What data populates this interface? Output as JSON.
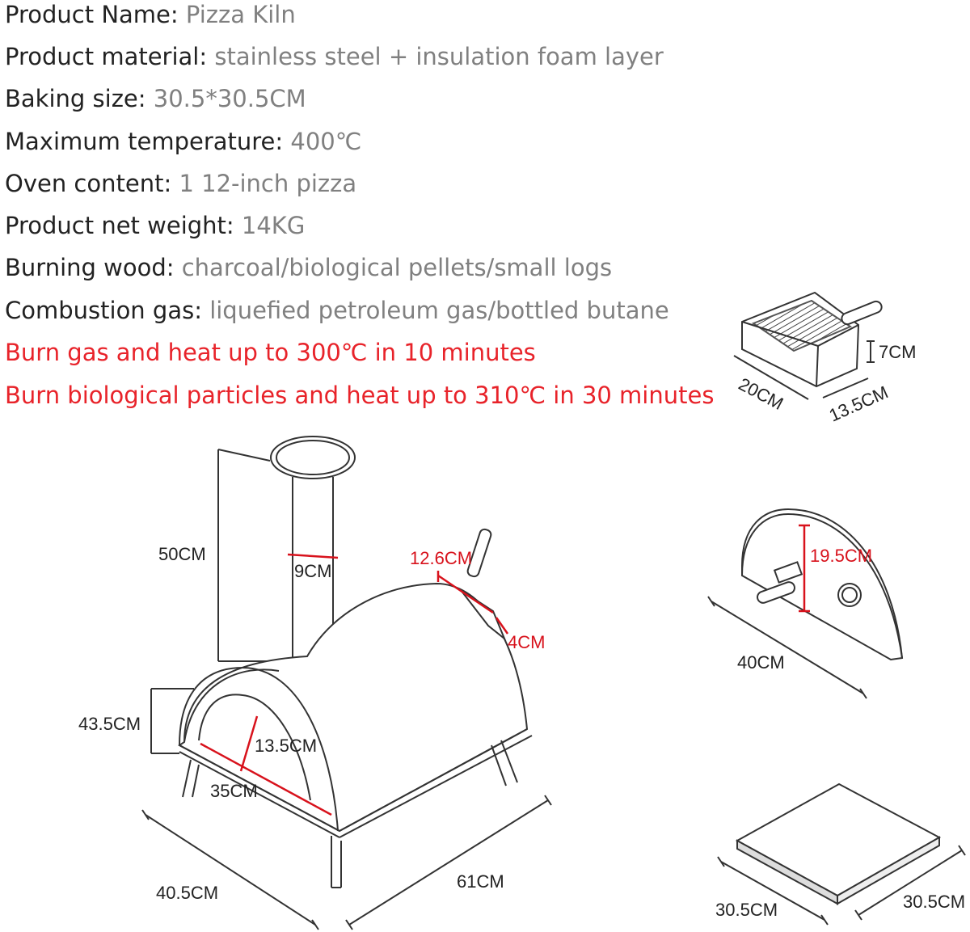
{
  "specs": [
    {
      "label": "Product Name: ",
      "value": "Pizza Kiln"
    },
    {
      "label": "Product material: ",
      "value": "stainless steel + insulation foam layer"
    },
    {
      "label": "Baking size: ",
      "value": "30.5*30.5CM"
    },
    {
      "label": "Maximum temperature: ",
      "value": "400℃"
    },
    {
      "label": "Oven content: ",
      "value": "1 12-inch pizza"
    },
    {
      "label": "Product net weight: ",
      "value": "14KG"
    },
    {
      "label": "Burning wood: ",
      "value": "charcoal/biological pellets/small logs"
    },
    {
      "label": "Combustion gas: ",
      "value": "liquefied petroleum gas/bottled butane"
    }
  ],
  "highlights": [
    "Burn gas and heat up to 300℃ in 10 minutes",
    "Burn biological particles and heat up to 310℃ in 30 minutes"
  ],
  "tray_dims": {
    "height": "7CM",
    "length": "20CM",
    "width": "13.5CM"
  },
  "oven_dims": {
    "chimney_height": "50CM",
    "chimney_diameter": "9CM",
    "handle_length": "12.6CM",
    "handle_depth": "4CM",
    "body_height": "43.5CM",
    "opening_height": "13.5CM",
    "opening_width": "35CM",
    "depth": "40.5CM",
    "length": "61CM"
  },
  "door_dims": {
    "height": "19.5CM",
    "width": "40CM"
  },
  "stone_dims": {
    "length": "30.5CM",
    "width": "30.5CM"
  },
  "colors": {
    "label": "#222222",
    "value": "#808080",
    "accent": "#e8232a"
  }
}
